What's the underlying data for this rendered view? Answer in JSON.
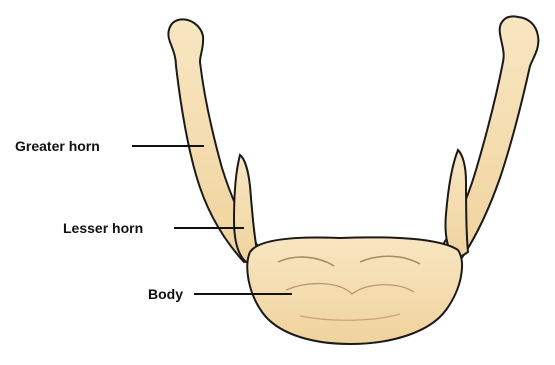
{
  "figure": {
    "labels": {
      "greater_horn": "Greater horn",
      "lesser_horn": "Lesser horn",
      "body": "Body"
    },
    "colors": {
      "bone_fill": "#f6dfb3",
      "bone_shade": "#e6c08a",
      "outline": "#1a1a1a",
      "leader_line": "#111111",
      "background": "#ffffff"
    }
  }
}
